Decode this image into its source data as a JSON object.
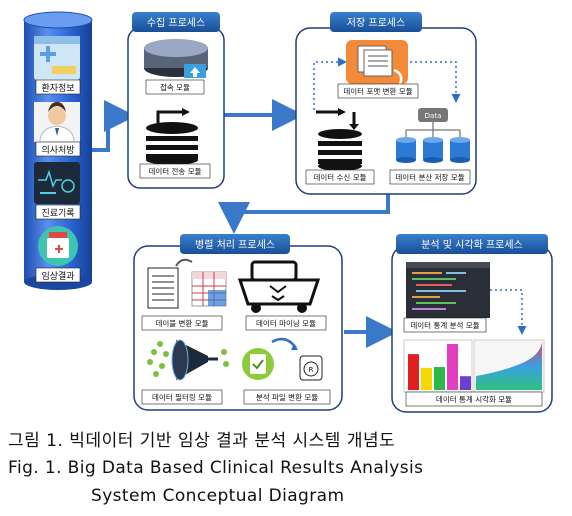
{
  "side_labels": [
    "환자정보",
    "의사처방",
    "진료기록",
    "임상결과"
  ],
  "sections": {
    "collect": {
      "title": "수집 프로세스",
      "modules": [
        "접속 모듈",
        "데이터 전송 모듈"
      ]
    },
    "store": {
      "title": "저장 프로세스",
      "modules": [
        "데이터 포맷 변환 모듈",
        "데이터 수신 모듈",
        "데이터 분산 저장 모듈"
      ],
      "data_badge": "Data"
    },
    "parallel": {
      "title": "병렬 처리 프로세스",
      "modules": [
        "데이블 변환 모듈",
        "데이터 마이닝 모듈",
        "데이터 필터링 모듈",
        "분석 파일 변환 모듈"
      ]
    },
    "analysis": {
      "title": "분석 및 시각화 프로세스",
      "modules": [
        "데이터 통계 분석 모듈",
        "데이터 통계 시각화 모듈"
      ]
    }
  },
  "caption": {
    "korean": "그림 1. 빅데이터 기반 임상 결과 분석 시스템 개념도",
    "english_line1": "Fig. 1. Big Data Based Clinical Results Analysis",
    "english_line2": "System Conceptual Diagram"
  },
  "colors": {
    "header_blue": "#1f5fa8",
    "section_border": "#1f3f7a",
    "flow_arrow": "#3a78c9",
    "cylinder_blue": "#2c7ad6",
    "dotted_arrow": "#2f6fc0"
  },
  "chart_data": {
    "type": "bar",
    "bar_colors": [
      "#e02020",
      "#f5d800",
      "#2db84a",
      "#e040c0",
      "#6a3fd0"
    ],
    "values": [
      0.78,
      0.48,
      0.5,
      1.0,
      0.3
    ]
  }
}
